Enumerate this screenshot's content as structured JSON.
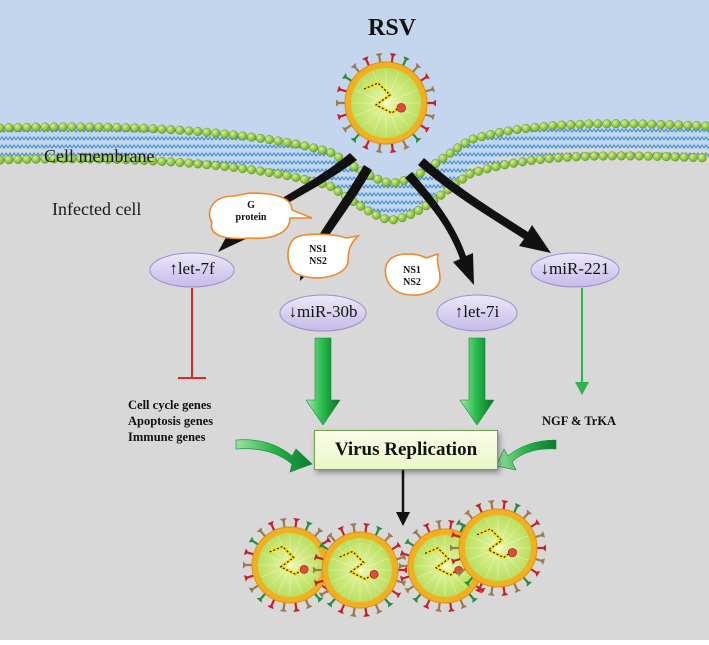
{
  "title": "RSV",
  "regions": {
    "membrane_label": "Cell membrane",
    "cell_label": "Infected cell"
  },
  "callouts": [
    {
      "line1": "G",
      "line2": "protein"
    },
    {
      "line1": "NS1",
      "line2": "NS2"
    },
    {
      "line1": "NS1",
      "line2": "NS2"
    }
  ],
  "nodes": [
    {
      "id": "let7f",
      "label": "↑let-7f"
    },
    {
      "id": "mir30b",
      "label": "↓miR-30b"
    },
    {
      "id": "let7i",
      "label": "↑let-7i"
    },
    {
      "id": "mir221",
      "label": "↓miR-221"
    }
  ],
  "targets_left": [
    "Cell cycle genes",
    "Apoptosis genes",
    "Immune genes"
  ],
  "target_right": "NGF & TrKA",
  "center_box": "Virus Replication",
  "colors": {
    "sky": "#c3d6ee",
    "cell": "#d8d8d8",
    "membrane_head": "#8fca3a",
    "tail": "#3a8fd0",
    "node_fill": "#d9d2f0",
    "node_stroke": "#9d8fcc",
    "inhibit": "#e0262b",
    "green_arrow": "#2fb24a",
    "callout_stroke": "#ee8a2a",
    "virus_body": "#c8e66e",
    "virus_ring": "#f0b020",
    "black_arrow": "#111111"
  }
}
